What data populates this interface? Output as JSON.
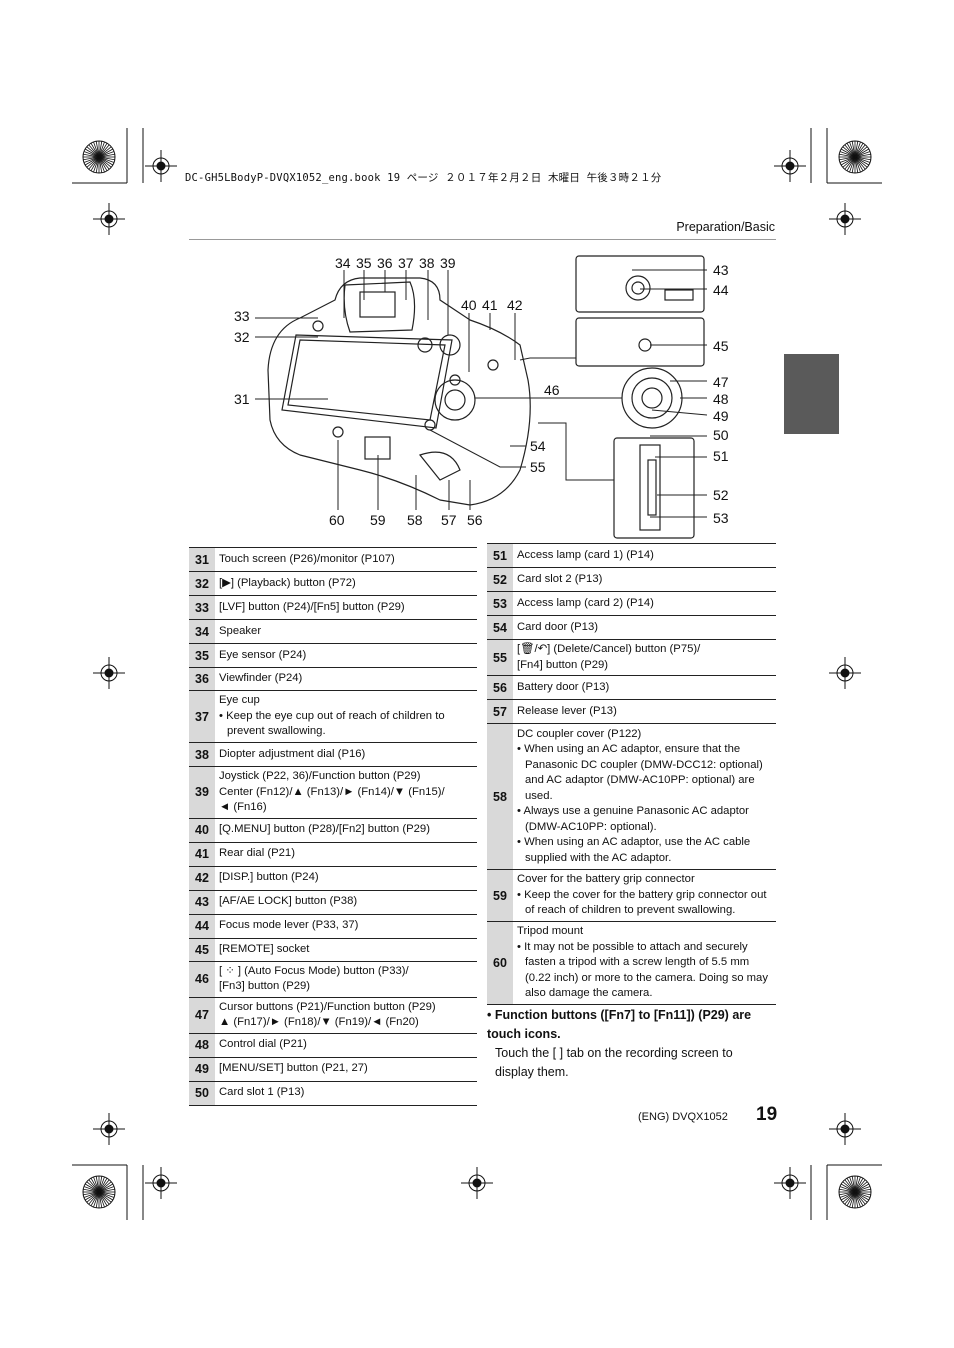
{
  "header": {
    "file_line": "DC-GH5LBodyP-DVQX1052_eng.book  19 ページ  ２０１７年２月２日  木曜日  午後３時２１分",
    "section": "Preparation/Basic"
  },
  "diagram": {
    "callouts": [
      "31",
      "32",
      "33",
      "34",
      "35",
      "36",
      "37",
      "38",
      "39",
      "40",
      "41",
      "42",
      "43",
      "44",
      "45",
      "46",
      "47",
      "48",
      "49",
      "50",
      "51",
      "52",
      "53",
      "54",
      "55",
      "56",
      "57",
      "58",
      "59",
      "60"
    ]
  },
  "left_table": [
    {
      "num": "31",
      "lines": [
        "Touch screen (P26)/monitor (P107)"
      ]
    },
    {
      "num": "32",
      "lines": [
        "[▶] (Playback) button (P72)"
      ]
    },
    {
      "num": "33",
      "lines": [
        "[LVF] button (P24)/[Fn5] button (P29)"
      ]
    },
    {
      "num": "34",
      "lines": [
        "Speaker"
      ]
    },
    {
      "num": "35",
      "lines": [
        "Eye sensor (P24)"
      ]
    },
    {
      "num": "36",
      "lines": [
        "Viewfinder (P24)"
      ]
    },
    {
      "num": "37",
      "lines": [
        "Eye cup"
      ],
      "bullets": [
        "Keep the eye cup out of reach of children to prevent swallowing."
      ]
    },
    {
      "num": "38",
      "lines": [
        "Diopter adjustment dial (P16)"
      ]
    },
    {
      "num": "39",
      "lines": [
        "Joystick (P22, 36)/Function button (P29)",
        "Center (Fn12)/▲ (Fn13)/► (Fn14)/▼ (Fn15)/",
        "◄ (Fn16)"
      ]
    },
    {
      "num": "40",
      "lines": [
        "[Q.MENU] button (P28)/[Fn2] button (P29)"
      ]
    },
    {
      "num": "41",
      "lines": [
        "Rear dial (P21)"
      ]
    },
    {
      "num": "42",
      "lines": [
        "[DISP.] button (P24)"
      ]
    },
    {
      "num": "43",
      "lines": [
        "[AF/AE LOCK] button (P38)"
      ]
    },
    {
      "num": "44",
      "lines": [
        "Focus mode lever (P33, 37)"
      ]
    },
    {
      "num": "45",
      "lines": [
        "[REMOTE] socket"
      ]
    },
    {
      "num": "46",
      "lines": [
        "[ ⁘ ] (Auto Focus Mode) button (P33)/",
        "[Fn3] button (P29)"
      ]
    },
    {
      "num": "47",
      "lines": [
        "Cursor buttons (P21)/Function button (P29)",
        "▲ (Fn17)/► (Fn18)/▼ (Fn19)/◄ (Fn20)"
      ]
    },
    {
      "num": "48",
      "lines": [
        "Control dial (P21)"
      ]
    },
    {
      "num": "49",
      "lines": [
        "[MENU/SET] button (P21, 27)"
      ]
    },
    {
      "num": "50",
      "lines": [
        "Card slot 1 (P13)"
      ]
    }
  ],
  "right_table": [
    {
      "num": "51",
      "lines": [
        "Access lamp (card 1) (P14)"
      ]
    },
    {
      "num": "52",
      "lines": [
        "Card slot 2 (P13)"
      ]
    },
    {
      "num": "53",
      "lines": [
        "Access lamp (card 2) (P14)"
      ]
    },
    {
      "num": "54",
      "lines": [
        "Card door (P13)"
      ]
    },
    {
      "num": "55",
      "lines": [
        "[🗑/↶] (Delete/Cancel) button (P75)/",
        "[Fn4] button (P29)"
      ]
    },
    {
      "num": "56",
      "lines": [
        "Battery door (P13)"
      ]
    },
    {
      "num": "57",
      "lines": [
        "Release lever (P13)"
      ]
    },
    {
      "num": "58",
      "lines": [
        "DC coupler cover (P122)"
      ],
      "bullets": [
        "When using an AC adaptor, ensure that the Panasonic DC coupler (DMW-DCC12: optional) and AC adaptor (DMW-AC10PP: optional) are used.",
        "Always use a genuine Panasonic AC adaptor (DMW-AC10PP: optional).",
        "When using an AC adaptor, use the AC cable supplied with the AC adaptor."
      ]
    },
    {
      "num": "59",
      "lines": [
        "Cover for the battery grip connector"
      ],
      "bullets": [
        "Keep the cover for the battery grip connector out of reach of children to prevent swallowing."
      ]
    },
    {
      "num": "60",
      "lines": [
        "Tripod mount"
      ],
      "bullets": [
        "It may not be possible to attach and securely fasten a tripod with a screw length of 5.5 mm (0.22 inch) or more to the camera. Doing so may also damage the camera."
      ]
    }
  ],
  "note": {
    "heading": "• Function buttons ([Fn7] to [Fn11]) (P29) are touch icons.",
    "body": "Touch the [ ] tab on the recording screen to display them."
  },
  "footer": {
    "code": "(ENG) DVQX1052",
    "page": "19"
  }
}
